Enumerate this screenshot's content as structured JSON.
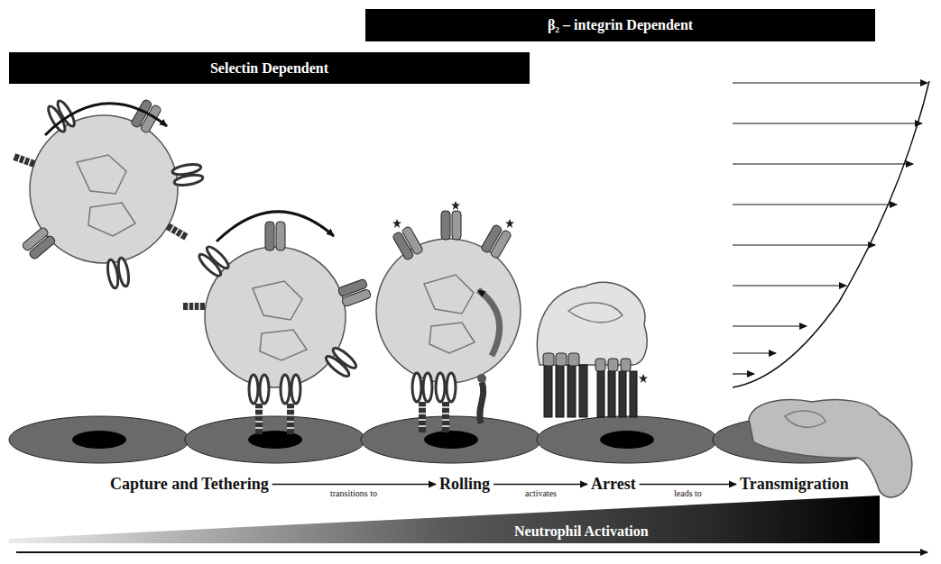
{
  "diagram": {
    "nodes": [
      {
        "text": [
          "β₂ – integrin Dependent"
        ]
      },
      {
        "text": [
          "Selectin Dependent"
        ]
      },
      {
        "text": [
          "Capture and Tethering"
        ]
      },
      {
        "text": [
          "Rolling"
        ]
      },
      {
        "text": [
          "Arrest"
        ]
      },
      {
        "text": [
          "Transmigration"
        ]
      },
      {
        "text": [
          "Neutrophil Activation"
        ]
      }
    ],
    "edges": [
      {
        "from": 2,
        "to": 3,
        "label": "transitions to",
        "arrow": "to"
      },
      {
        "from": 3,
        "to": 4,
        "label": "activates",
        "arrow": "to"
      },
      {
        "from": 4,
        "to": 5,
        "label": "leads to",
        "arrow": "to"
      }
    ]
  }
}
